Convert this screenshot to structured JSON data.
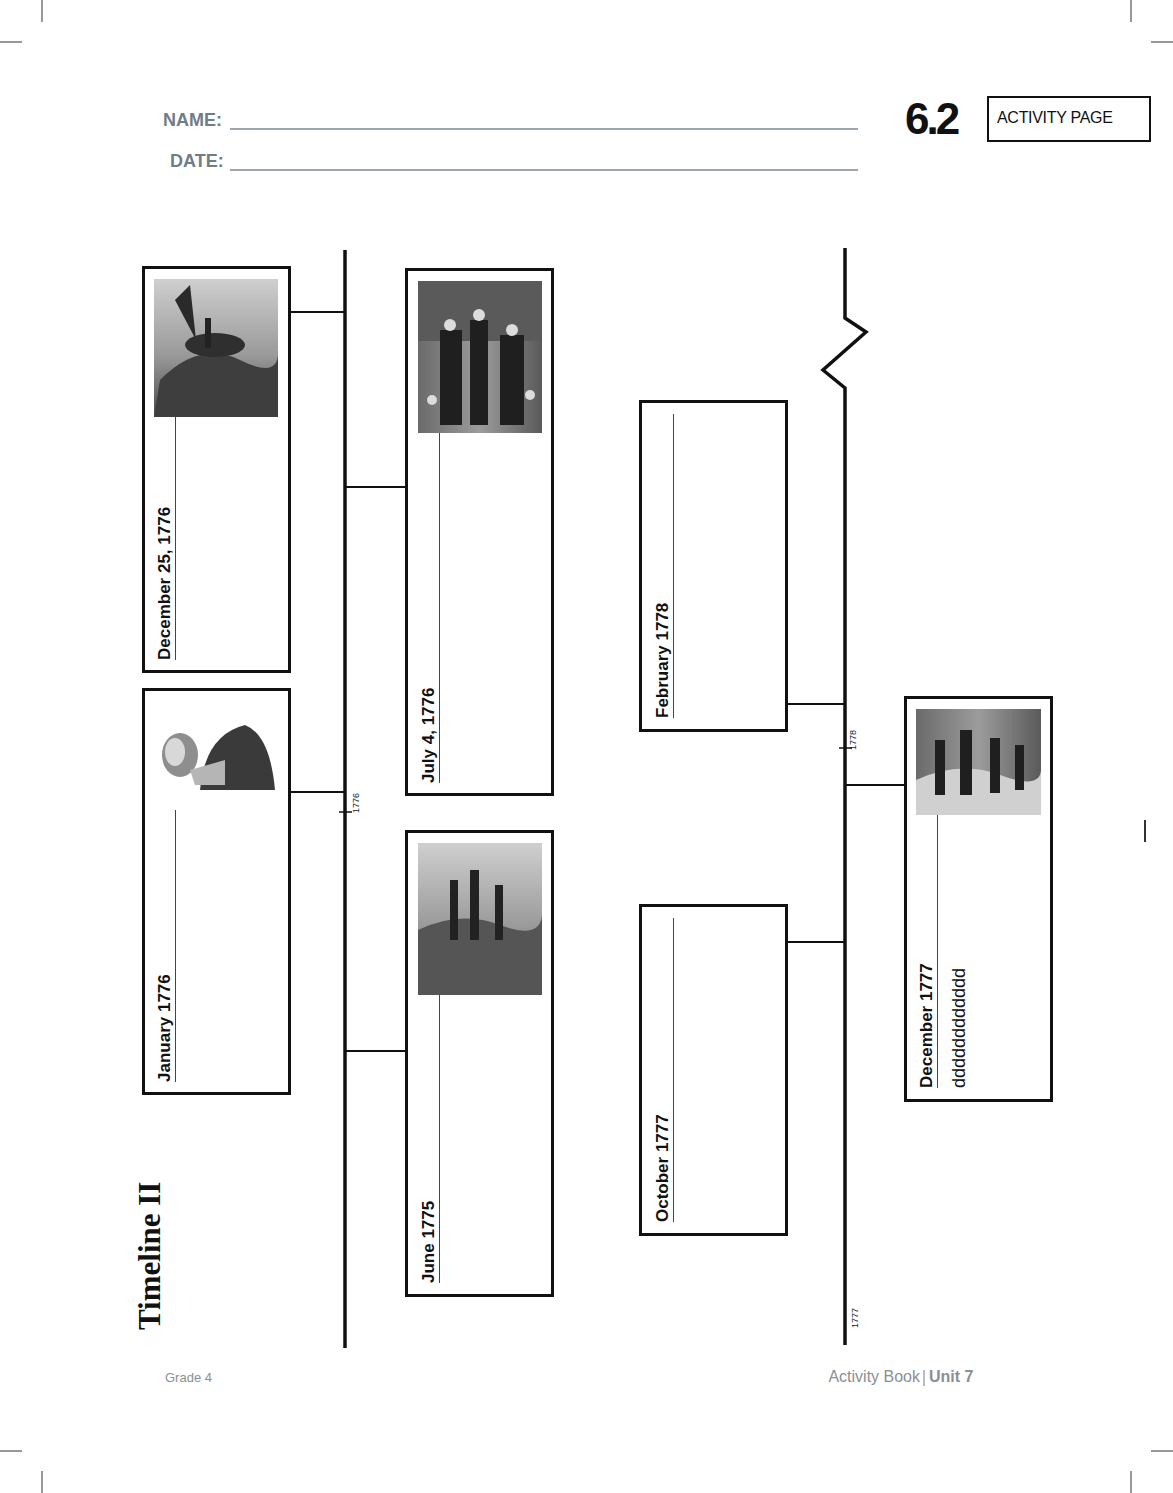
{
  "diagram": {
    "title": "Timeline II",
    "nodes": [
      {
        "text": [
          "ACTIVITY PAGE"
        ]
      },
      {
        "text": [
          "June 1775"
        ]
      },
      {
        "text": [
          "January 1776"
        ]
      },
      {
        "text": [
          "July 4, 1776"
        ]
      },
      {
        "text": [
          "December 25, 1776"
        ]
      },
      {
        "text": [
          "October 1777"
        ]
      },
      {
        "text": [
          "December 1777",
          "dddddddddddd"
        ]
      },
      {
        "text": [
          "February 1778"
        ]
      }
    ],
    "labels": [
      "NAME:",
      "DATE:",
      "6.2",
      "1776",
      "1778",
      "1777",
      "Grade 4",
      "Activity Book",
      "Unit 7"
    ]
  }
}
